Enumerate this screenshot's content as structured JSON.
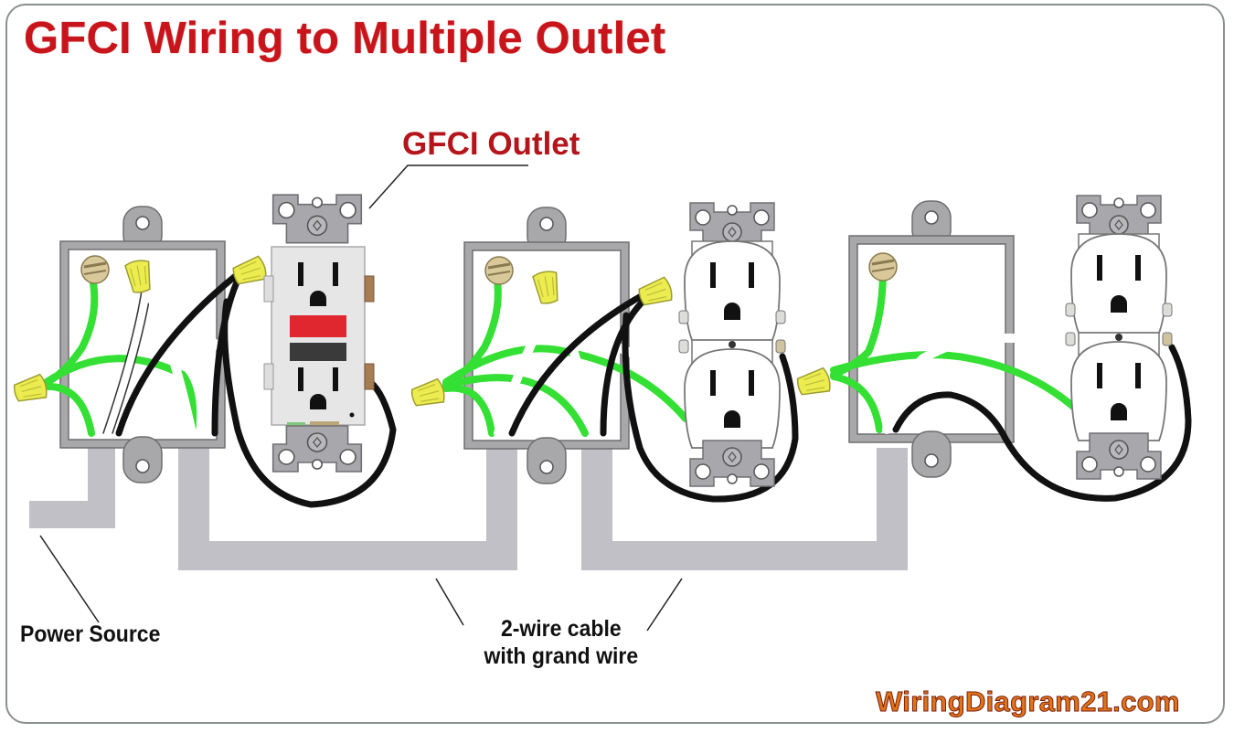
{
  "title": "GFCI Wiring to Multiple Outlet",
  "labels": {
    "gfci_outlet": "GFCI Outlet",
    "power_source": "Power Source",
    "cable_line1": "2-wire cable",
    "cable_line2": "with grand wire"
  },
  "watermark": "WiringDiagram21.com",
  "components": [
    {
      "id": "box-1",
      "type": "electrical-box",
      "device": "GFCI outlet",
      "connectors": 3,
      "ground_screw": true
    },
    {
      "id": "box-2",
      "type": "electrical-box",
      "device": "duplex outlet",
      "connectors": 3,
      "ground_screw": true
    },
    {
      "id": "box-3",
      "type": "electrical-box",
      "device": "duplex outlet",
      "connectors": 1,
      "ground_screw": true
    }
  ],
  "wire_colors": {
    "ground": "#33e033",
    "hot": "#111111",
    "neutral": "#ffffff",
    "wire_nut": "#ecec50",
    "cable": "#c0c0c6",
    "box": "#a8a8aa",
    "title_red": "#c8151b",
    "test_button": "#e0262e",
    "reset_button": "#3a3a3a"
  }
}
